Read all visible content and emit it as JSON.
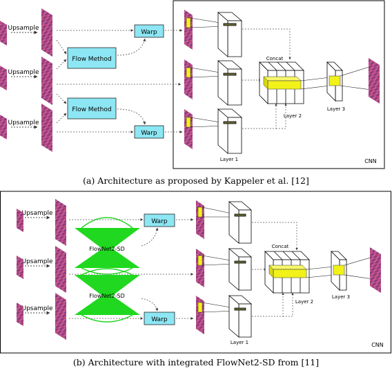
{
  "colors": {
    "box_fill": "#8de6f3",
    "flownet_green": "#1fd81f",
    "feature_yellow": "#f2f21a",
    "frame_texture": "#c04080"
  },
  "panel_a": {
    "caption": "(a) Architecture as proposed by Kappeler et al. [12]",
    "upsample_labels": [
      "Upsample",
      "Upsample",
      "Upsample"
    ],
    "flow_method_labels": [
      "Flow Method",
      "Flow Method"
    ],
    "warp_labels": [
      "Warp",
      "Warp"
    ],
    "concat_label": "Concat",
    "layer1_label": "Layer 1",
    "layer2_label": "Layer 2",
    "layer3_label": "Layer 3",
    "cnn_label": "CNN"
  },
  "panel_b": {
    "caption": "(b) Architecture with integrated FlowNet2-SD from [11]",
    "upsample_labels": [
      "Upsample",
      "Upsample",
      "Upsample"
    ],
    "flownet_labels": [
      "FlowNet2-SD",
      "FlowNet2-SD"
    ],
    "warp_labels": [
      "Warp",
      "Warp"
    ],
    "concat_label": "Concat",
    "layer1_label": "Layer 1",
    "layer2_label": "Layer 2",
    "layer3_label": "Layer 3",
    "cnn_label": "CNN"
  }
}
